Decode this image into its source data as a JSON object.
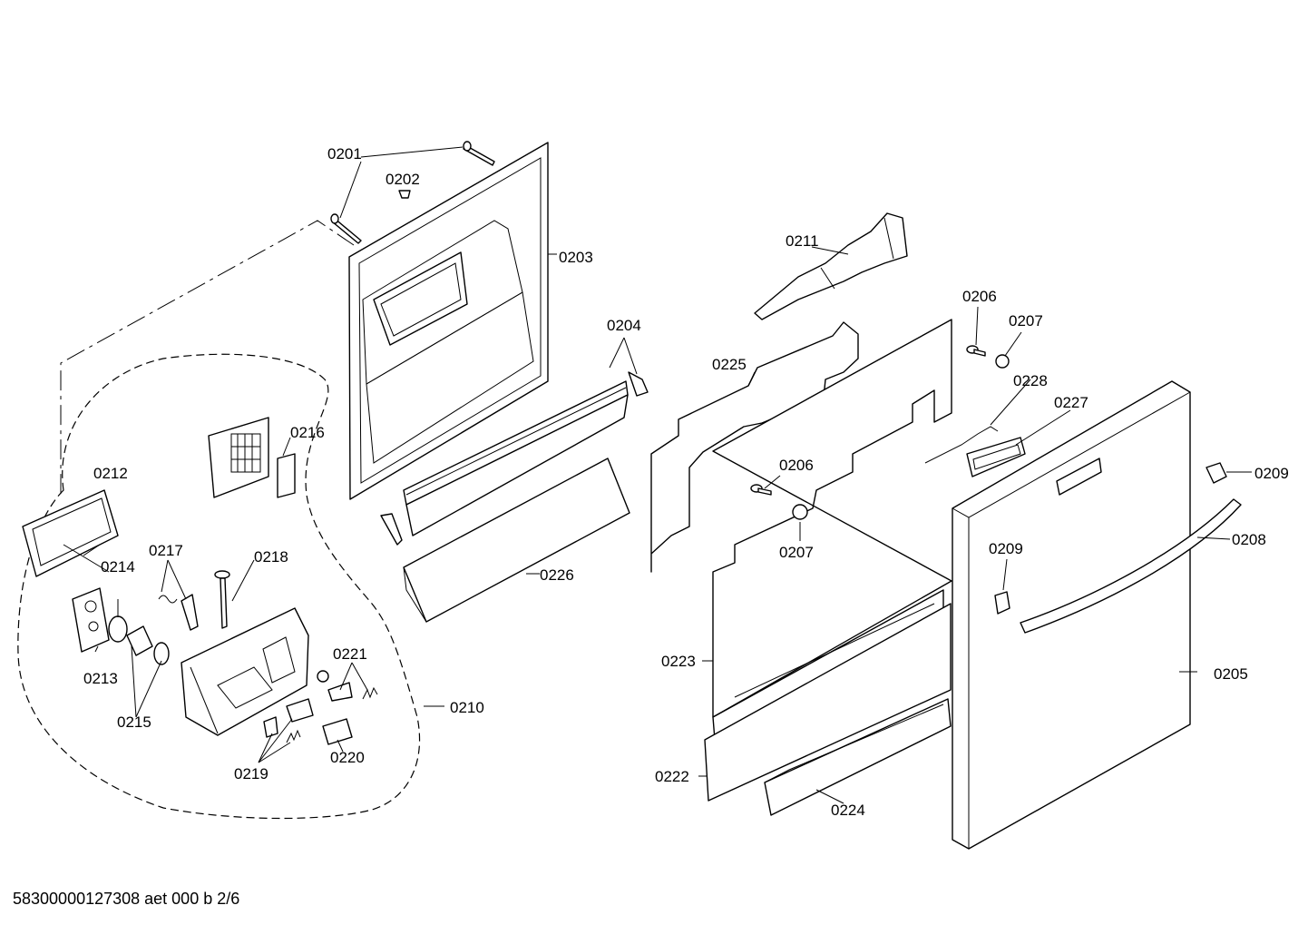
{
  "footer": "58300000127308 aet 000 b 2/6",
  "labels": {
    "p0201": "0201",
    "p0202": "0202",
    "p0203": "0203",
    "p0204": "0204",
    "p0205": "0205",
    "p0206a": "0206",
    "p0206b": "0206",
    "p0207a": "0207",
    "p0207b": "0207",
    "p0208": "0208",
    "p0209a": "0209",
    "p0209b": "0209",
    "p0210": "0210",
    "p0211": "0211",
    "p0212": "0212",
    "p0213": "0213",
    "p0214": "0214",
    "p0215": "0215",
    "p0216": "0216",
    "p0217": "0217",
    "p0218": "0218",
    "p0219": "0219",
    "p0220": "0220",
    "p0221": "0221",
    "p0222": "0222",
    "p0223": "0223",
    "p0224": "0224",
    "p0225": "0225",
    "p0226": "0226",
    "p0227": "0227",
    "p0228": "0228"
  }
}
